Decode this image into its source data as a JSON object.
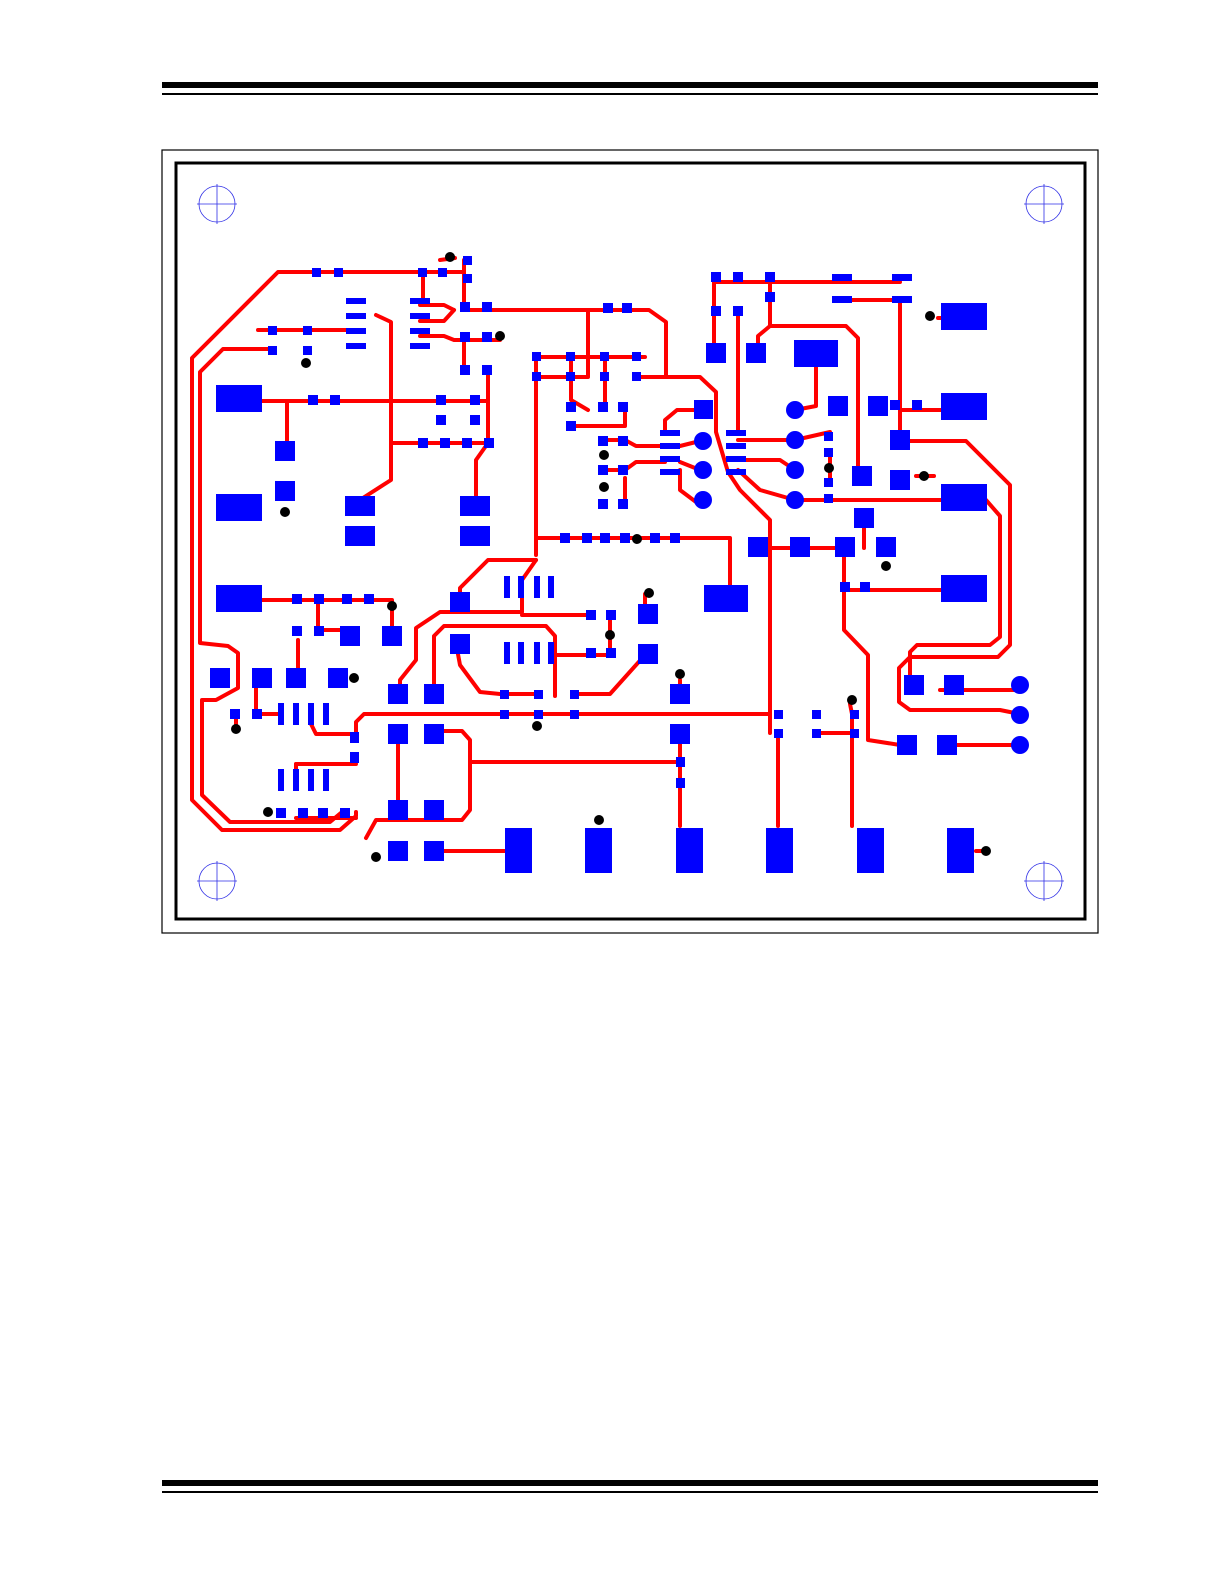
{
  "page": {
    "background": "#ffffff"
  },
  "diagram": {
    "type": "pcb-layout-top-layer",
    "colors": {
      "trace": "#ff0000",
      "pad": "#0000ff",
      "via": "#000000",
      "board_outline": "#000000",
      "mounting_hole": "#2e2ee6",
      "frame": "#000000"
    },
    "layers": [
      "copper-traces",
      "smd-pads",
      "vias",
      "mounting-holes",
      "board-outline"
    ]
  }
}
